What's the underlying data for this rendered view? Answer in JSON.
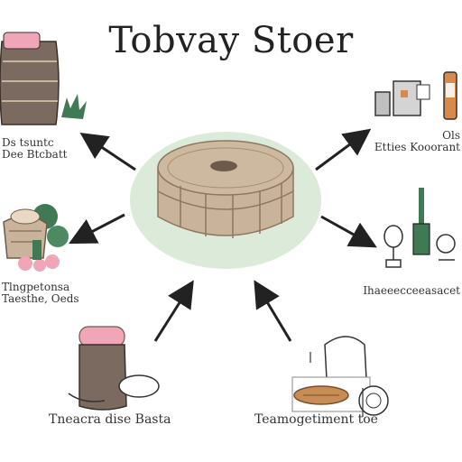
{
  "title": "Tobvay Stoer",
  "labels": {
    "top_left": [
      "Ds tsuntc",
      "Dee Btcbatt"
    ],
    "mid_left": [
      "Tlngpetonsa",
      "Taesthe, Oeds"
    ],
    "top_right": [
      "Ols",
      "Etties Kooorant"
    ],
    "mid_right": [
      "Ihaeeecceeasacet"
    ],
    "bottom_left": "Tneacra dise Basta",
    "bottom_right": "Teamogetiment toe"
  },
  "colors": {
    "wheel": "#c9b39a",
    "wheel_dark": "#a88d71",
    "halo": "#dcebd9",
    "arrow": "#222222",
    "pink": "#f0a5b8",
    "green": "#3f7a55",
    "orange": "#d98a4b",
    "brown": "#7b6a60"
  },
  "icons": [
    "center-cheese-wheel-icon",
    "barrel-icon",
    "vegetable-basket-icon",
    "jar-icon",
    "bread-board-icon",
    "kitchen-tools-icon",
    "bottle-tools-icon"
  ]
}
